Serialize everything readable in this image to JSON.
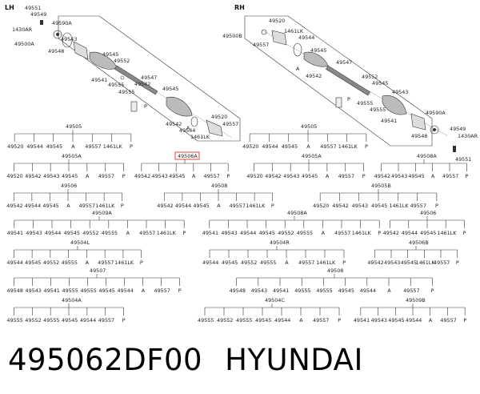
{
  "sides": {
    "lh": "LH",
    "rh": "RH"
  },
  "highlight_color": "#e0332e",
  "exploded_lh": [
    {
      "text": "49551"
    },
    {
      "text": "49549"
    },
    {
      "text": "1430AR"
    },
    {
      "text": "49590A"
    },
    {
      "text": "49500A"
    },
    {
      "text": "49543"
    },
    {
      "text": "49548"
    },
    {
      "text": "49545"
    },
    {
      "text": "49552"
    },
    {
      "text": "49541"
    },
    {
      "text": "49555"
    },
    {
      "text": "49547"
    },
    {
      "text": "49542"
    },
    {
      "text": "49555"
    },
    {
      "text": "P"
    },
    {
      "text": "49545"
    },
    {
      "text": "49542"
    },
    {
      "text": "49544"
    },
    {
      "text": "1461LK"
    },
    {
      "text": "49520"
    },
    {
      "text": "49557"
    },
    {
      "text": "A"
    }
  ],
  "exploded_rh": [
    {
      "text": "49520"
    },
    {
      "text": "49500B"
    },
    {
      "text": "1461LK"
    },
    {
      "text": "49557"
    },
    {
      "text": "49544"
    },
    {
      "text": "49545"
    },
    {
      "text": "49542"
    },
    {
      "text": "A"
    },
    {
      "text": "49547"
    },
    {
      "text": "49552"
    },
    {
      "text": "49545"
    },
    {
      "text": "P"
    },
    {
      "text": "49555"
    },
    {
      "text": "49543"
    },
    {
      "text": "49555"
    },
    {
      "text": "49541"
    },
    {
      "text": "49590A"
    },
    {
      "text": "49548"
    },
    {
      "text": "49549"
    },
    {
      "text": "1430AR"
    },
    {
      "text": "49551"
    }
  ],
  "trees": [
    {
      "title": "49505",
      "leaves": [
        "49520",
        "49544",
        "49545",
        "A",
        "49557",
        "1461LK",
        "P"
      ]
    },
    {
      "title": "49505",
      "leaves": [
        "49520",
        "49544",
        "49545",
        "A",
        "49557",
        "1461LK",
        "P"
      ]
    },
    {
      "title": "49505A",
      "leaves": [
        "49520",
        "49542",
        "49543",
        "49545",
        "A",
        "49557",
        "P"
      ]
    },
    {
      "title": "49506A",
      "highlight": true,
      "leaves": [
        "49542",
        "49543",
        "49545",
        "A",
        "49557",
        "P"
      ]
    },
    {
      "title": "49505A",
      "leaves": [
        "49520",
        "49542",
        "49543",
        "49545",
        "A",
        "49557",
        "P"
      ]
    },
    {
      "title": "49508A",
      "leaves": [
        "49542",
        "49543",
        "49545",
        "A",
        "49557",
        "P"
      ]
    },
    {
      "title": "49506",
      "leaves": [
        "49542",
        "49544",
        "49545",
        "A",
        "49557",
        "1461LK",
        "P"
      ]
    },
    {
      "title": "49508",
      "leaves": [
        "49542",
        "49544",
        "49545",
        "A",
        "49557",
        "1461LK",
        "P"
      ]
    },
    {
      "title": "49505B",
      "leaves": [
        "49520",
        "49542",
        "49543",
        "49545",
        "1461LK",
        "49557",
        "P"
      ]
    },
    {
      "title": "49509A",
      "leaves": [
        "49541",
        "49543",
        "49544",
        "49545",
        "49552",
        "49555",
        "A",
        "49557",
        "1461LK",
        "P"
      ]
    },
    {
      "title": "49508A",
      "leaves": [
        "49541",
        "49543",
        "49544",
        "49545",
        "49552",
        "49555",
        "A",
        "49557",
        "1461LK",
        "P"
      ]
    },
    {
      "title": "49506",
      "leaves": [
        "49542",
        "49544",
        "49545",
        "1461LK",
        "P"
      ]
    },
    {
      "title": "49504L",
      "leaves": [
        "49544",
        "49545",
        "49552",
        "49555",
        "A",
        "49557",
        "1461LK",
        "P"
      ]
    },
    {
      "title": "49504R",
      "leaves": [
        "49544",
        "49545",
        "49552",
        "49555",
        "A",
        "49557",
        "1461LK",
        "P"
      ]
    },
    {
      "title": "49506B",
      "leaves": [
        "49542",
        "49543",
        "49545",
        "1461LK",
        "49557",
        "P"
      ]
    },
    {
      "title": "49507",
      "leaves": [
        "49548",
        "49543",
        "49541",
        "49555",
        "49555",
        "49545",
        "49544",
        "A",
        "49557",
        "P"
      ]
    },
    {
      "title": "49508",
      "leaves": [
        "49548",
        "49543",
        "49541",
        "49555",
        "49555",
        "49545",
        "49544",
        "A",
        "49557",
        "P"
      ]
    },
    {
      "title": "49504A",
      "leaves": [
        "49555",
        "49552",
        "49555",
        "49545",
        "49544",
        "49557",
        "P"
      ]
    },
    {
      "title": "49504C",
      "leaves": [
        "49555",
        "49552",
        "49555",
        "49545",
        "49544",
        "A",
        "49557",
        "P"
      ]
    },
    {
      "title": "49509B",
      "leaves": [
        "49541",
        "49543",
        "49545",
        "49544",
        "A",
        "49557",
        "P"
      ]
    }
  ],
  "footer": {
    "part_number": "495062DF00",
    "brand": "HYUNDAI"
  }
}
